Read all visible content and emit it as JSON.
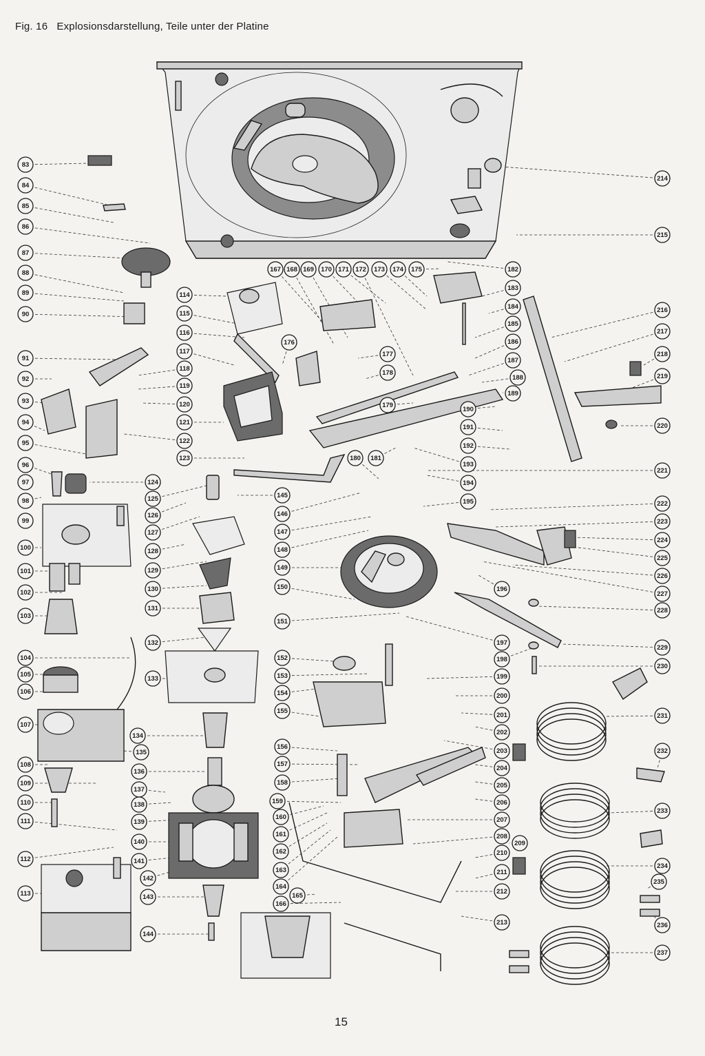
{
  "caption": {
    "figure_label": "Fig. 16",
    "title": "Explosionsdarstellung, Teile unter der Platine"
  },
  "page_number": "15",
  "callouts": [
    "83",
    "84",
    "85",
    "86",
    "87",
    "88",
    "89",
    "90",
    "91",
    "92",
    "93",
    "94",
    "95",
    "96",
    "97",
    "98",
    "99",
    "100",
    "101",
    "102",
    "103",
    "104",
    "105",
    "106",
    "107",
    "108",
    "109",
    "110",
    "111",
    "112",
    "113",
    "114",
    "115",
    "116",
    "117",
    "118",
    "119",
    "120",
    "121",
    "122",
    "123",
    "124",
    "125",
    "126",
    "127",
    "128",
    "129",
    "130",
    "131",
    "132",
    "133",
    "134",
    "135",
    "136",
    "137",
    "138",
    "139",
    "140",
    "141",
    "142",
    "143",
    "144",
    "145",
    "146",
    "147",
    "148",
    "149",
    "150",
    "151",
    "152",
    "153",
    "154",
    "155",
    "156",
    "157",
    "158",
    "159",
    "160",
    "161",
    "162",
    "163",
    "164",
    "165",
    "166",
    "167",
    "168",
    "169",
    "170",
    "171",
    "172",
    "173",
    "174",
    "175",
    "176",
    "177",
    "178",
    "179",
    "180",
    "181",
    "182",
    "183",
    "184",
    "185",
    "186",
    "187",
    "188",
    "189",
    "190",
    "191",
    "192",
    "193",
    "194",
    "195",
    "196",
    "197",
    "198",
    "199",
    "200",
    "201",
    "202",
    "203",
    "204",
    "205",
    "206",
    "207",
    "208",
    "209",
    "210",
    "211",
    "212",
    "213",
    "214",
    "215",
    "216",
    "217",
    "218",
    "219",
    "220",
    "221",
    "222",
    "223",
    "224",
    "225",
    "226",
    "227",
    "228",
    "229",
    "230",
    "231",
    "232",
    "233",
    "234",
    "235",
    "236",
    "237"
  ]
}
